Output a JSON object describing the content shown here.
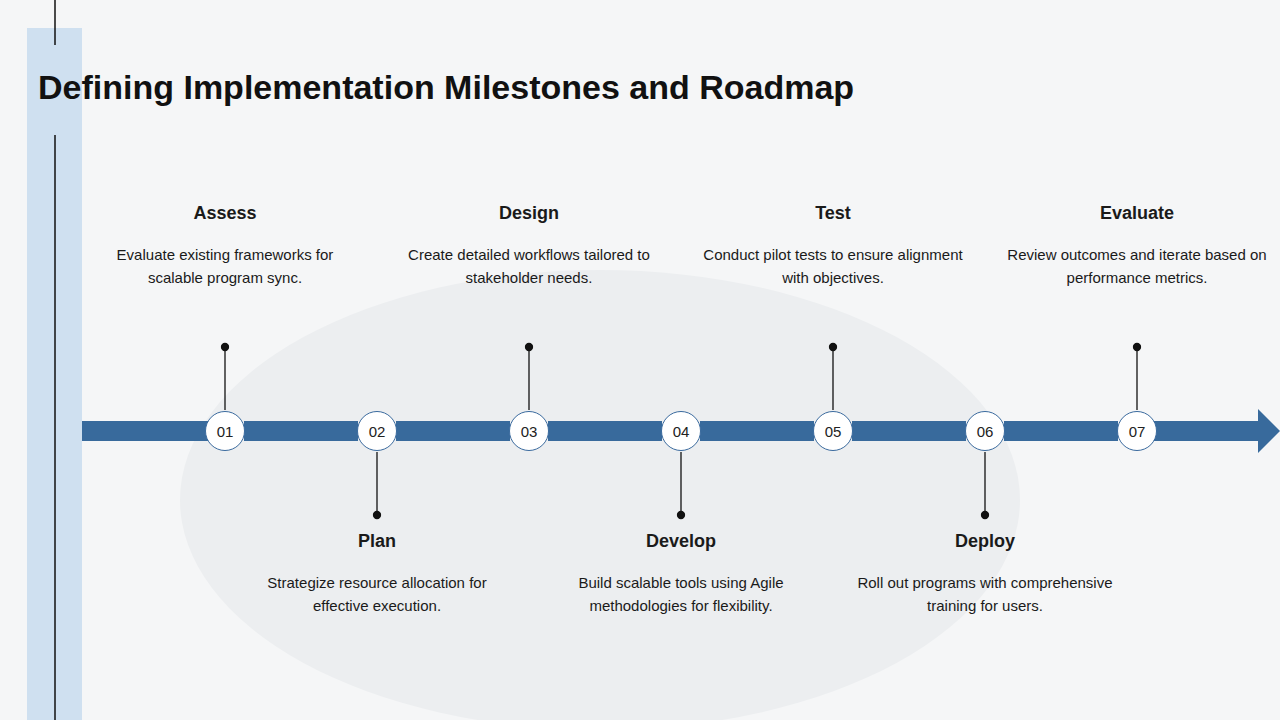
{
  "diagram": {
    "title": "Defining Implementation Milestones and Roadmap",
    "nodes": [
      {
        "text": [
          "01"
        ]
      },
      {
        "text": [
          "02"
        ]
      },
      {
        "text": [
          "03"
        ]
      },
      {
        "text": [
          "04"
        ]
      },
      {
        "text": [
          "05"
        ]
      },
      {
        "text": [
          "06"
        ]
      },
      {
        "text": [
          "07"
        ]
      }
    ],
    "edges": [
      {
        "from": 0,
        "to": 1,
        "arrow": "none"
      },
      {
        "from": 1,
        "to": 2,
        "arrow": "none"
      },
      {
        "from": 2,
        "to": 3,
        "arrow": "none"
      },
      {
        "from": 3,
        "to": 4,
        "arrow": "none"
      },
      {
        "from": 4,
        "to": 5,
        "arrow": "none"
      },
      {
        "from": 5,
        "to": 6,
        "arrow": "none"
      }
    ],
    "labels": [
      "Assess",
      "Evaluate existing frameworks for scalable program sync.",
      "Plan",
      "Strategize resource allocation for effective execution.",
      "Design",
      "Create detailed workflows tailored to stakeholder needs.",
      "Develop",
      "Build scalable tools using Agile methodologies for flexibility.",
      "Test",
      "Conduct pilot tests to ensure alignment with objectives.",
      "Deploy",
      "Roll out programs with comprehensive training for users.",
      "Evaluate",
      "Review outcomes and iterate based on performance metrics."
    ]
  }
}
